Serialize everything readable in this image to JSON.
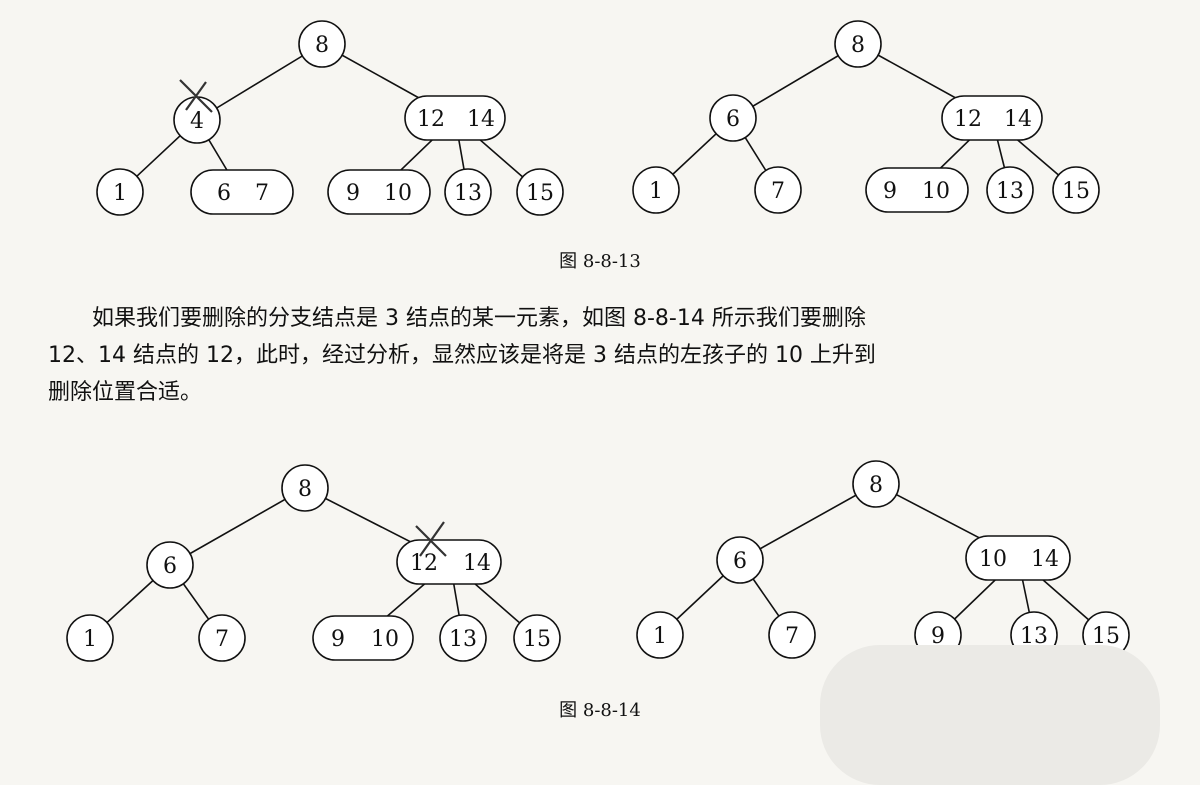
{
  "figure_1": {
    "caption": "图 8-8-13",
    "before": {
      "root": "8",
      "left": "4",
      "right": [
        "12",
        "14"
      ],
      "leaves": [
        [
          "1"
        ],
        [
          "6",
          "7"
        ],
        [
          "9",
          "10"
        ],
        [
          "13"
        ],
        [
          "15"
        ]
      ]
    },
    "after": {
      "root": "8",
      "left": "6",
      "right": [
        "12",
        "14"
      ],
      "leaves": [
        [
          "1"
        ],
        [
          "7"
        ],
        [
          "9",
          "10"
        ],
        [
          "13"
        ],
        [
          "15"
        ]
      ]
    }
  },
  "paragraph": {
    "line1": "如果我们要删除的分支结点是 3 结点的某一元素，如图 8-8-14 所示我们要删除",
    "line2": "12、14 结点的 12，此时，经过分析，显然应该是将是 3 结点的左孩子的 10 上升到",
    "line3": "删除位置合适。"
  },
  "figure_2": {
    "caption": "图 8-8-14",
    "before": {
      "root": "8",
      "left": "6",
      "right": [
        "12",
        "14"
      ],
      "leaves": [
        [
          "1"
        ],
        [
          "7"
        ],
        [
          "9",
          "10"
        ],
        [
          "13"
        ],
        [
          "15"
        ]
      ]
    },
    "after": {
      "root": "8",
      "left": "6",
      "right": [
        "10",
        "14"
      ],
      "leaves": [
        [
          "1"
        ],
        [
          "7"
        ],
        [
          "9"
        ],
        [
          "13"
        ],
        [
          "15"
        ]
      ]
    }
  }
}
